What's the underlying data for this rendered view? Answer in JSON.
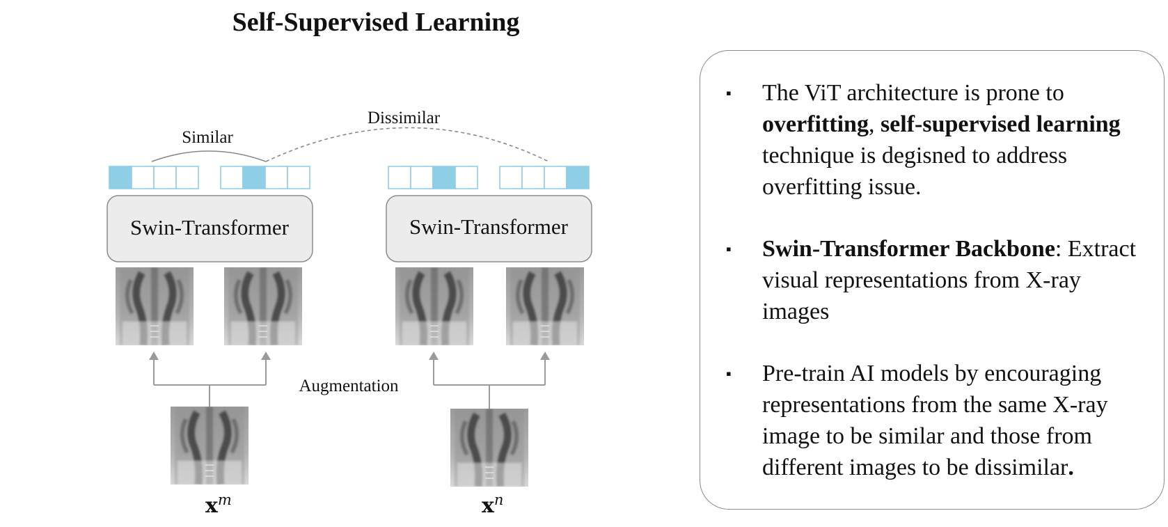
{
  "title": "Self-Supervised Learning",
  "diagram": {
    "labels": {
      "similar": "Similar",
      "dissimilar": "Dissimilar",
      "augmentation": "Augmentation"
    },
    "encoder_left": "Swin-Transformer",
    "encoder_right": "Swin-Transformer",
    "input_left": {
      "symbol": "x",
      "superscript": "m"
    },
    "input_right": {
      "symbol": "x",
      "superscript": "n"
    },
    "embedding_filled_index": [
      0,
      1,
      2,
      3
    ],
    "colors": {
      "embedding_fill": "#8ecfe6",
      "embedding_border": "#8ecfe6",
      "encoder_fill": "#ececec",
      "encoder_border": "#8c8c8c",
      "arrow": "#9a9a9a"
    }
  },
  "panel": {
    "bullets": [
      [
        {
          "t": "The ViT architecture is prone to "
        },
        {
          "t": "overfitting",
          "b": true
        },
        {
          "t": ", "
        },
        {
          "t": "self-supervised learning",
          "b": true
        },
        {
          "t": " technique is degisned to address overfitting issue."
        }
      ],
      [
        {
          "t": "Swin-Transformer Backbone",
          "b": true
        },
        {
          "t": ": Extract visual representations from X-ray images"
        }
      ],
      [
        {
          "t": "Pre-train AI models by encouraging representations from the same X-ray image to be similar and those from different images to be dissimilar"
        },
        {
          "t": ".",
          "b": true
        }
      ]
    ]
  }
}
